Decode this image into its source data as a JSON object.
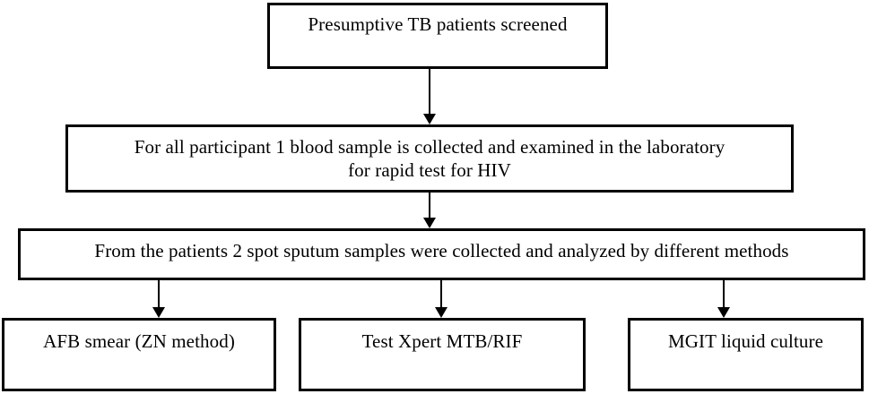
{
  "diagram": {
    "type": "flowchart",
    "orientation": "top-to-bottom",
    "background_color": "#ffffff",
    "line_color": "#000000",
    "text_color": "#000000",
    "nodes": [
      {
        "id": "screening",
        "label": "Presumptive TB patients screened",
        "shape": "rectangle",
        "level": 1
      },
      {
        "id": "blood_hiv",
        "label": "For all participant 1 blood sample is collected and examined in the laboratory\nfor rapid test for HIV",
        "shape": "rectangle",
        "level": 2
      },
      {
        "id": "sputum",
        "label": "From the patients 2 spot sputum samples were collected and analyzed by different methods",
        "shape": "rectangle",
        "level": 3
      },
      {
        "id": "afb_smear",
        "label": "AFB smear (ZN method)",
        "shape": "rectangle",
        "level": 4
      },
      {
        "id": "xpert",
        "label": "Test Xpert MTB/RIF",
        "shape": "rectangle",
        "level": 4
      },
      {
        "id": "mgit",
        "label": "MGIT liquid culture",
        "shape": "rectangle",
        "level": 4
      }
    ],
    "edges": [
      {
        "id": "screening_to_blood",
        "from": "screening",
        "to": "blood_hiv",
        "style": "solid-arrow"
      },
      {
        "id": "blood_to_sputum",
        "from": "blood_hiv",
        "to": "sputum",
        "style": "solid-arrow"
      },
      {
        "id": "sputum_to_afb",
        "from": "sputum",
        "to": "afb_smear",
        "style": "solid-arrow"
      },
      {
        "id": "sputum_to_xpert",
        "from": "sputum",
        "to": "xpert",
        "style": "solid-arrow"
      },
      {
        "id": "sputum_to_mgit",
        "from": "sputum",
        "to": "mgit",
        "style": "solid-arrow"
      }
    ]
  }
}
